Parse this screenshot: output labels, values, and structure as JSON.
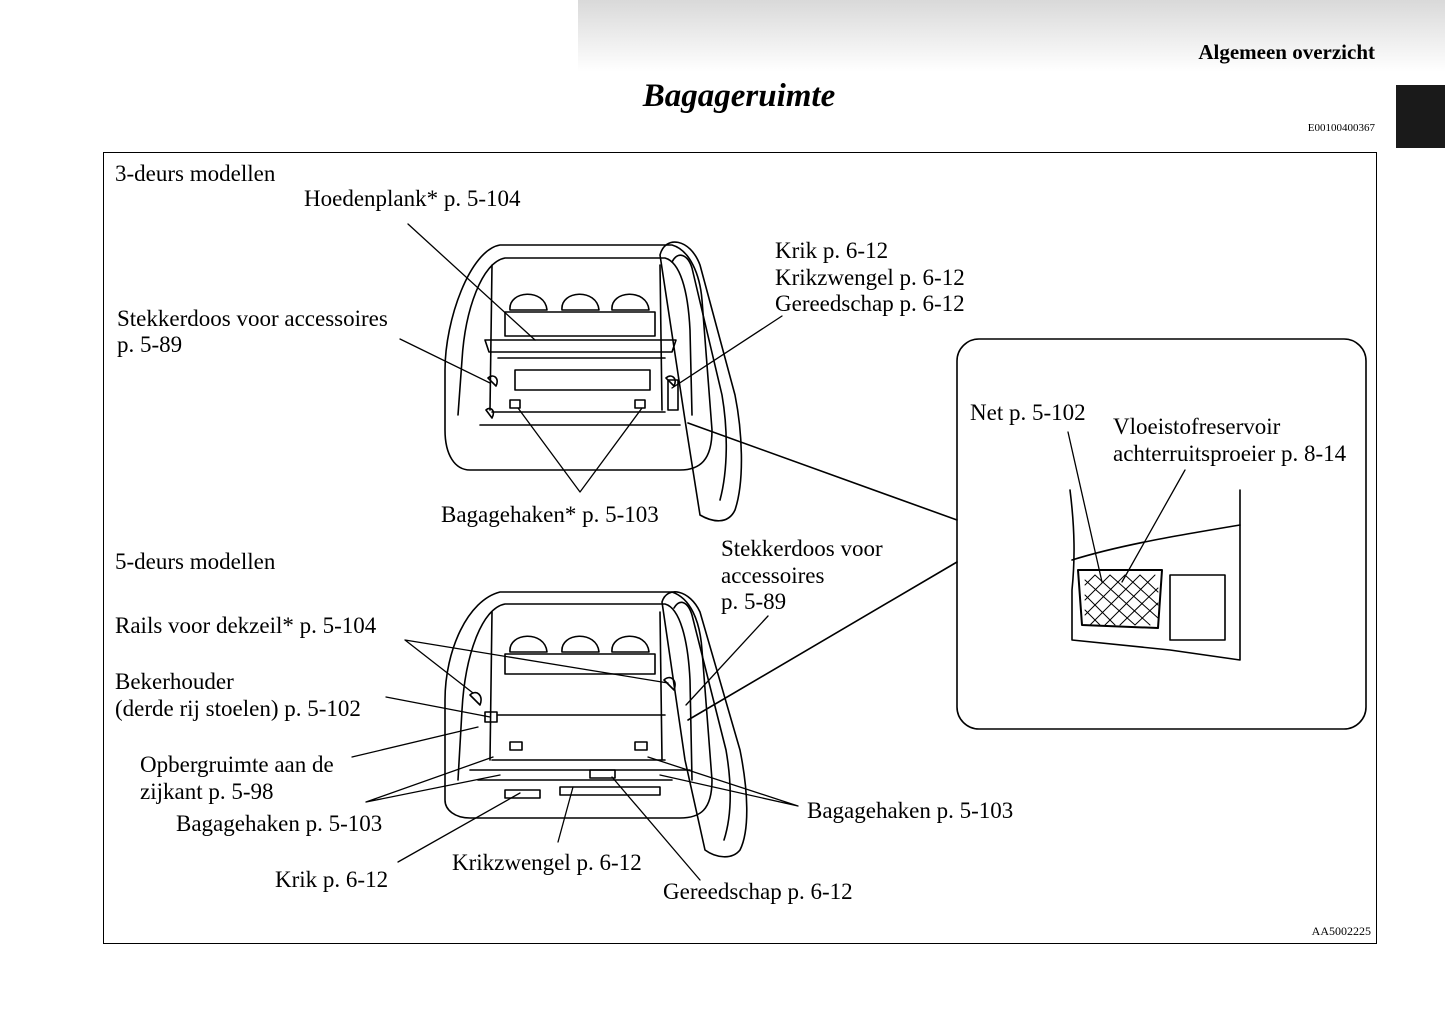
{
  "header": {
    "section": "Algemeen overzicht",
    "doc_code": "E00100400367"
  },
  "page_title": "Bagageruimte",
  "figure": {
    "code": "AA5002225",
    "three_door": {
      "heading": "3-deurs modellen",
      "hat_shelf": "Hoedenplank* p. 5-104",
      "socket_line1": "Stekkerdoos voor accessoires",
      "socket_line2": "p. 5-89",
      "jack": "Krik p. 6-12",
      "jack_handle": "Krikzwengel p. 6-12",
      "tools": "Gereedschap p. 6-12",
      "luggage_hooks": "Bagagehaken* p. 5-103"
    },
    "inset": {
      "net": "Net p. 5-102",
      "washer_line1": "Vloeistofreservoir",
      "washer_line2": "achterruitsproeier p. 8-14"
    },
    "five_door": {
      "heading": "5-deurs modellen",
      "socket_line1": "Stekkerdoos voor",
      "socket_line2": "accessoires",
      "socket_line3": "p. 5-89",
      "rails": "Rails voor dekzeil* p. 5-104",
      "cup_line1": "Bekerhouder",
      "cup_line2": "(derde rij stoelen) p. 5-102",
      "storage_line1": "Opbergruimte aan de",
      "storage_line2": "zijkant p. 5-98",
      "hooks_left": "Bagagehaken p. 5-103",
      "hooks_right": "Bagagehaken p. 5-103",
      "jack": "Krik p. 6-12",
      "jack_handle": "Krikzwengel p. 6-12",
      "tools": "Gereedschap p. 6-12"
    }
  }
}
